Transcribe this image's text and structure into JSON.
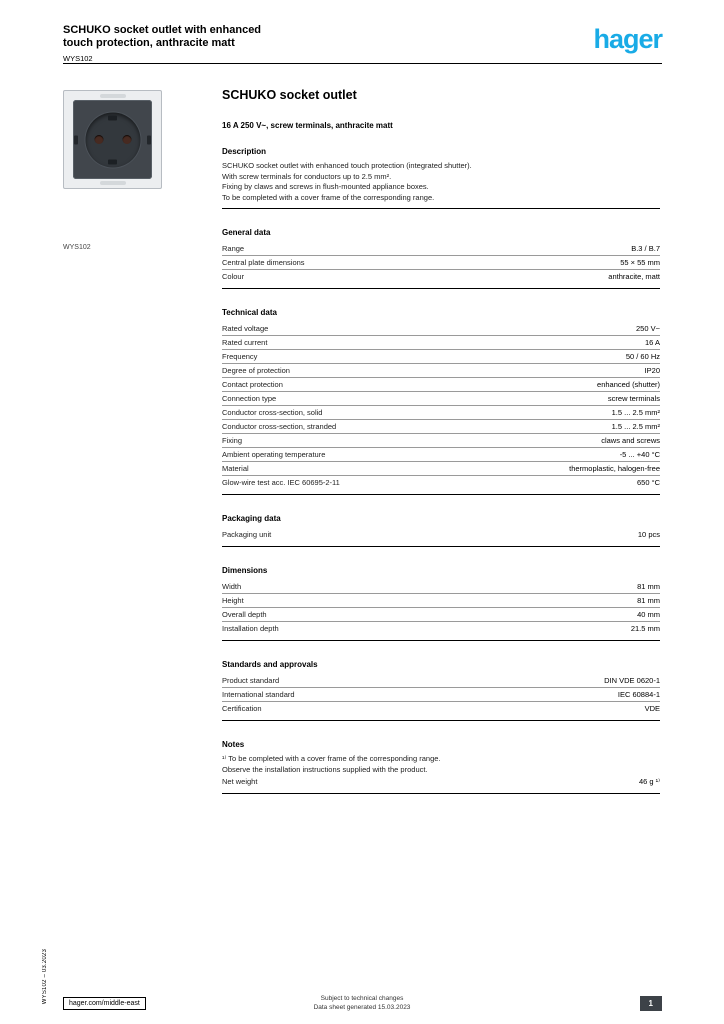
{
  "header": {
    "title_line1": "SCHUKO socket outlet with enhanced",
    "title_line2": "touch protection, anthracite matt",
    "reference": "WYS102",
    "logo": "hager",
    "brand_color": "#19abe6"
  },
  "product": {
    "caption": "WYS102"
  },
  "main": {
    "heading": "SCHUKO socket outlet",
    "subheading": "16 A 250 V~, screw terminals, anthracite matt"
  },
  "sections": [
    {
      "title": "Description",
      "lines": [
        "SCHUKO socket outlet with enhanced touch protection (integrated shutter).",
        "With screw terminals for conductors up to 2.5 mm².",
        "Fixing by claws and screws in flush-mounted appliance boxes.",
        "To be completed with a cover frame of the corresponding range."
      ],
      "rows": []
    },
    {
      "title": "General data",
      "rows": [
        {
          "label": "Range",
          "value": "B.3 / B.7"
        },
        {
          "label": "Central plate dimensions",
          "value": "55 × 55 mm"
        },
        {
          "label": "Colour",
          "value": "anthracite, matt"
        }
      ]
    },
    {
      "title": "Technical data",
      "rows": [
        {
          "label": "Rated voltage",
          "value": "250 V~"
        },
        {
          "label": "Rated current",
          "value": "16 A"
        },
        {
          "label": "Frequency",
          "value": "50 / 60 Hz"
        },
        {
          "label": "Degree of protection",
          "value": "IP20"
        },
        {
          "label": "Contact protection",
          "value": "enhanced (shutter)"
        },
        {
          "label": "Connection type",
          "value": "screw terminals"
        },
        {
          "label": "Conductor cross-section, solid",
          "value": "1.5 ... 2.5 mm²"
        },
        {
          "label": "Conductor cross-section, stranded",
          "value": "1.5 ... 2.5 mm²"
        },
        {
          "label": "Fixing",
          "value": "claws and screws"
        },
        {
          "label": "Ambient operating temperature",
          "value": "-5 ... +40 °C"
        },
        {
          "label": "Material",
          "value": "thermoplastic, halogen-free"
        },
        {
          "label": "Glow-wire test acc. IEC 60695-2-11",
          "value": "650 °C"
        }
      ]
    },
    {
      "title": "Packaging data",
      "rows": [
        {
          "label": "Packaging unit",
          "value": "10 pcs"
        }
      ]
    },
    {
      "title": "Dimensions",
      "rows": [
        {
          "label": "Width",
          "value": "81 mm"
        },
        {
          "label": "Height",
          "value": "81 mm"
        },
        {
          "label": "Overall depth",
          "value": "40 mm"
        },
        {
          "label": "Installation depth",
          "value": "21.5 mm"
        }
      ]
    },
    {
      "title": "Standards and approvals",
      "rows": [
        {
          "label": "Product standard",
          "value": "DIN VDE 0620-1"
        },
        {
          "label": "International standard",
          "value": "IEC 60884-1"
        },
        {
          "label": "Certification",
          "value": "VDE"
        }
      ]
    },
    {
      "title": "Notes",
      "lines": [
        "¹⁾ To be completed with a cover frame of the corresponding range.",
        "Observe the installation instructions supplied with the product."
      ],
      "rows": [
        {
          "label": "Net weight",
          "value": "46 g ¹⁾"
        }
      ]
    }
  ],
  "footer": {
    "website": "hager.com/middle-east",
    "center_line1": "Subject to technical changes",
    "center_line2": "Data sheet generated 15.03.2023",
    "page": "1",
    "side_note": "WYS102 – 03.2023"
  }
}
